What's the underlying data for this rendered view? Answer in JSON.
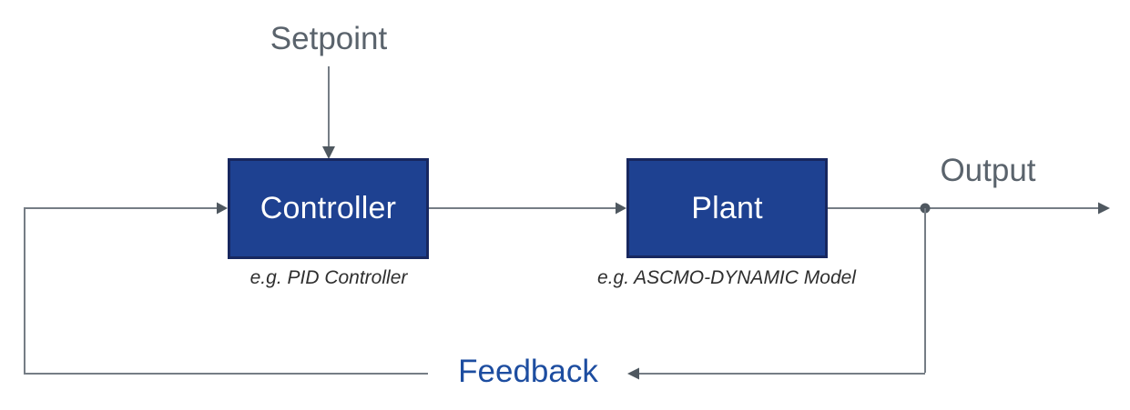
{
  "diagram": {
    "title": "closed-loop-control-diagram",
    "setpoint_label": "Setpoint",
    "output_label": "Output",
    "feedback_label": "Feedback",
    "controller": {
      "label": "Controller",
      "sublabel": "e.g. PID Controller"
    },
    "plant": {
      "label": "Plant",
      "sublabel": "e.g. ASCMO-DYNAMIC Model"
    },
    "connections": [
      "setpoint -> controller",
      "feedback -> controller",
      "controller -> plant",
      "plant -> output",
      "output -> feedback"
    ]
  },
  "colors": {
    "box_fill": "#1E4191",
    "box_border": "#17275F",
    "box_text": "#FFFFFF",
    "line": "#757D85",
    "arrow": "#4F5860",
    "label_gray": "#5A636C",
    "feedback_blue": "#1D4DA0",
    "sublabel_dark": "#2E2E2E"
  }
}
